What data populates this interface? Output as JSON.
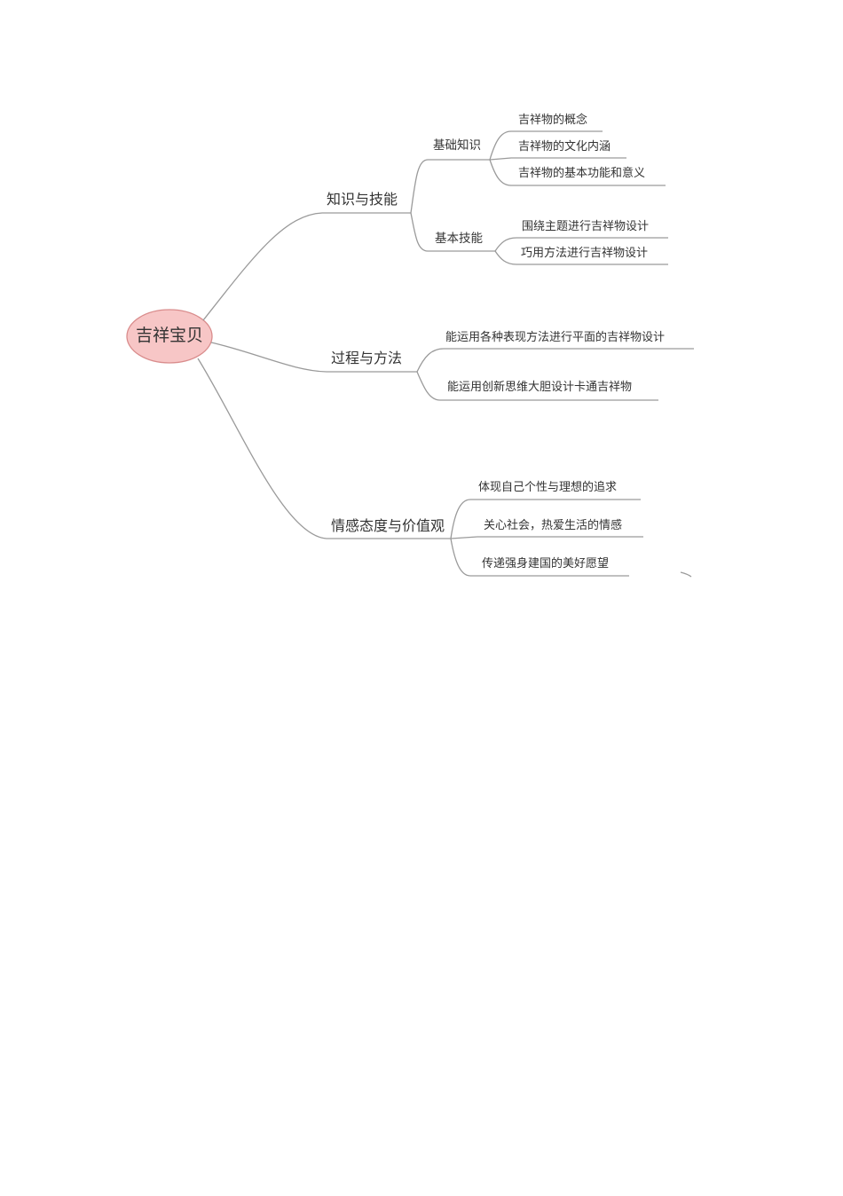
{
  "mindmap": {
    "root": "吉祥宝贝",
    "knowledge": {
      "label": "知识与技能",
      "basic_knowledge": {
        "label": "基础知识",
        "items": [
          "吉祥物的概念",
          "吉祥物的文化内涵",
          "吉祥物的基本功能和意义"
        ]
      },
      "basic_skills": {
        "label": "基本技能",
        "items": [
          "围绕主题进行吉祥物设计",
          "巧用方法进行吉祥物设计"
        ]
      }
    },
    "process": {
      "label": "过程与方法",
      "items": [
        "能运用各种表现方法进行平面的吉祥物设计",
        "能运用创新思维大胆设计卡通吉祥物"
      ]
    },
    "emotion": {
      "label": "情感态度与价值观",
      "items": [
        "体现自己个性与理想的追求",
        "关心社会，热爱生活的情感",
        "传递强身建国的美好愿望"
      ]
    },
    "colors": {
      "root_fill": "#f7c6c6",
      "root_stroke": "#d98c8c",
      "line": "#9a9a9a"
    }
  }
}
